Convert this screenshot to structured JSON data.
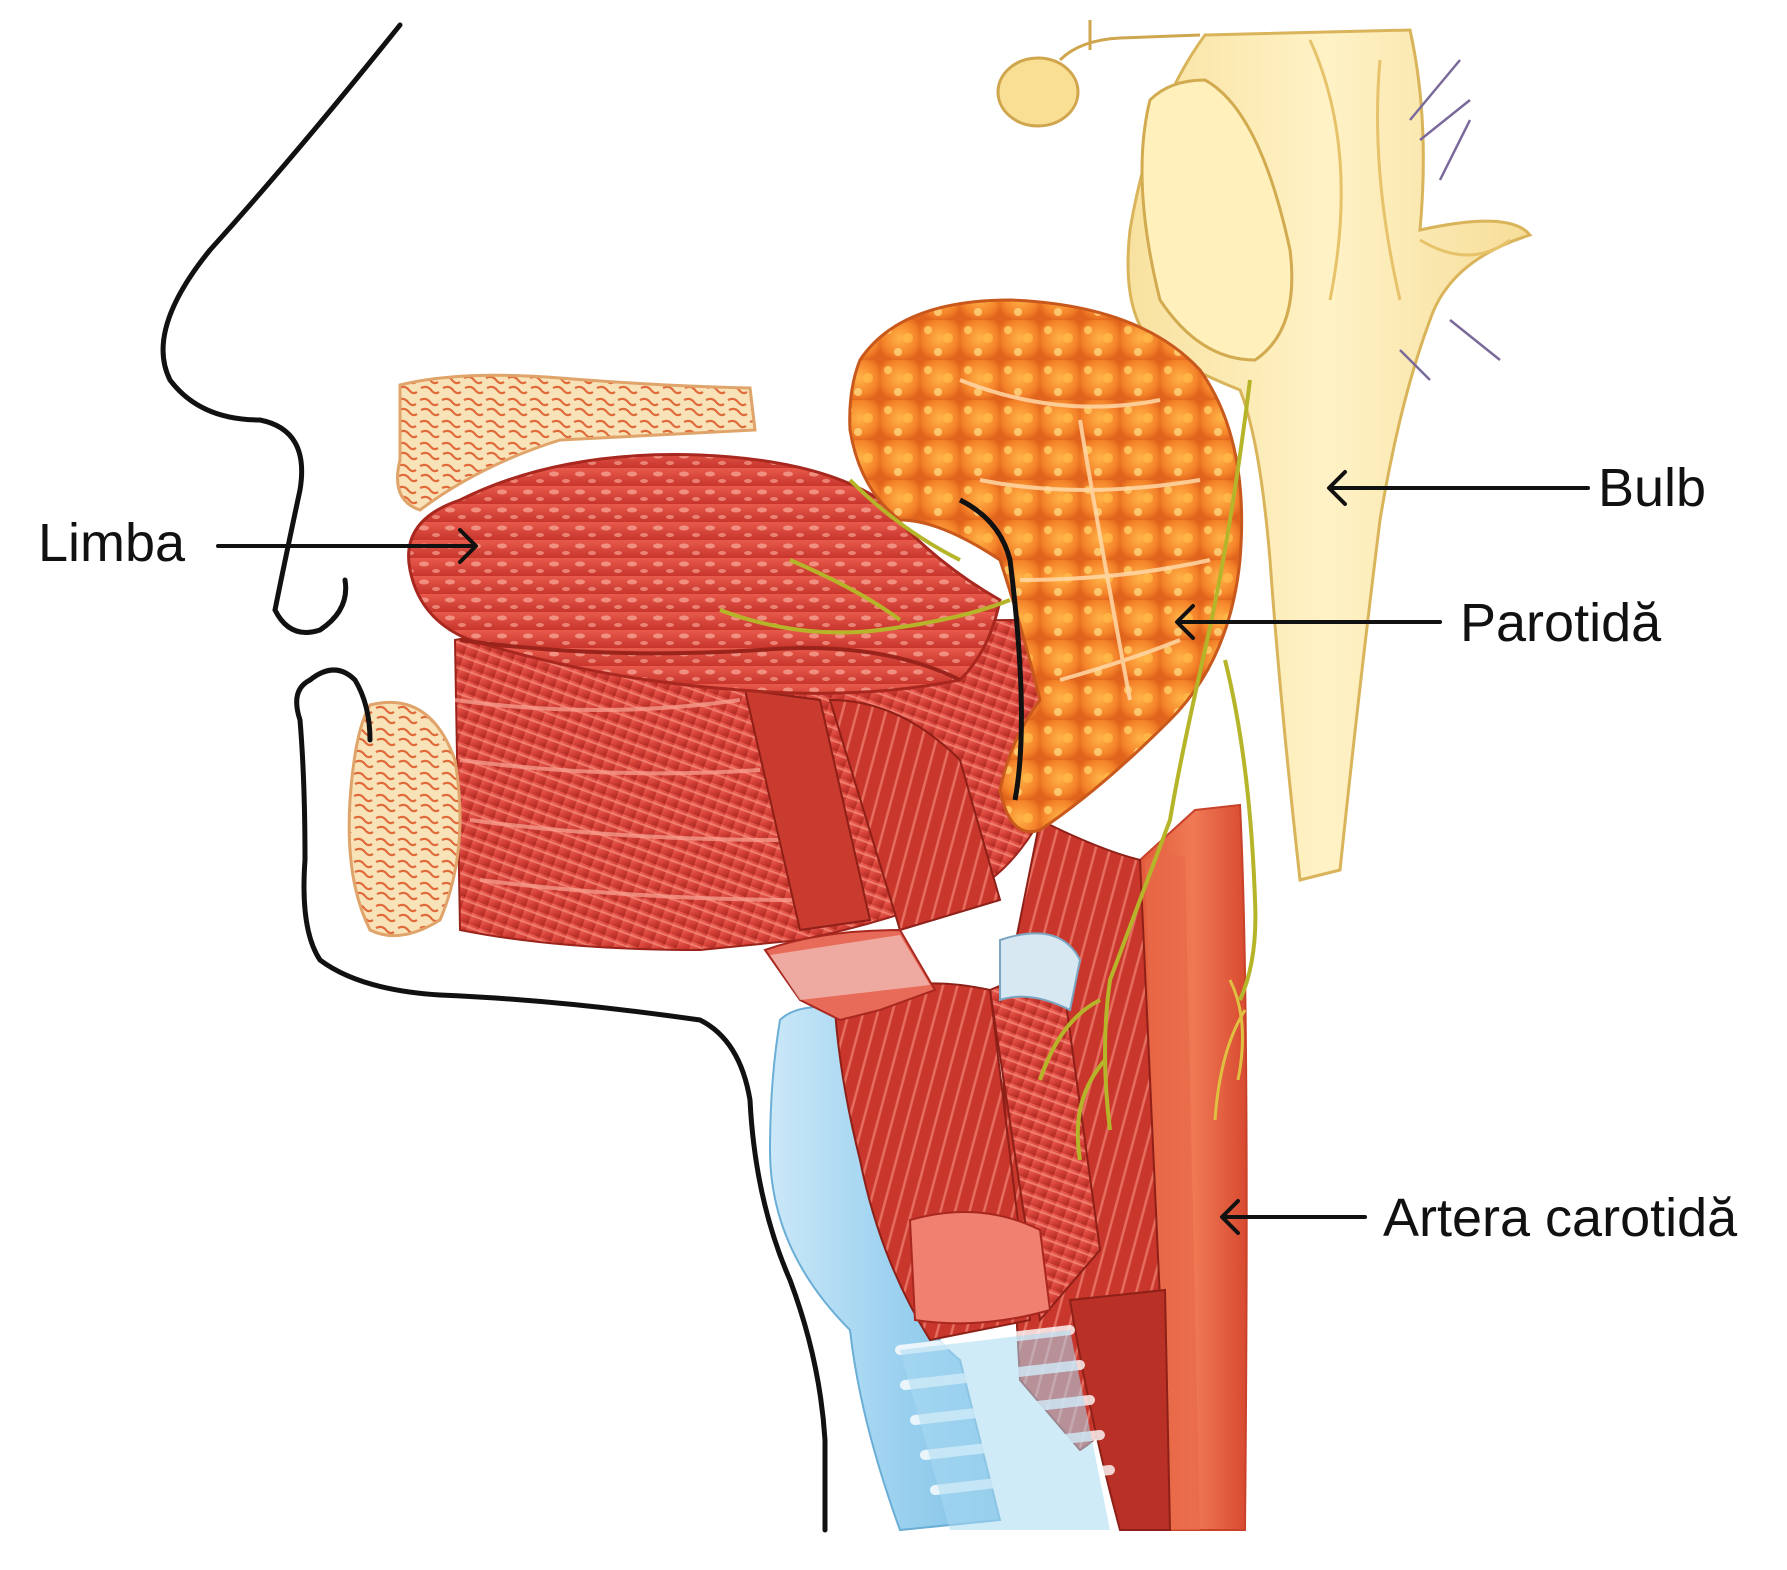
{
  "labels": {
    "limba": "Limba",
    "bulb": "Bulb",
    "parotida": "Parotidă",
    "artera": "Artera carotidă"
  },
  "colors": {
    "outline": "#111111",
    "muscle": "#d8433a",
    "muscle_dark": "#a82820",
    "muscle_light": "#f08070",
    "gland": "#f5842a",
    "gland_light": "#ffc35a",
    "brainstem": "#fbe8a8",
    "brainstem_edge": "#d9b45a",
    "trachea": "#9fd3f0",
    "bone": "#f6dcb0",
    "nerve": "#b6b52a"
  }
}
